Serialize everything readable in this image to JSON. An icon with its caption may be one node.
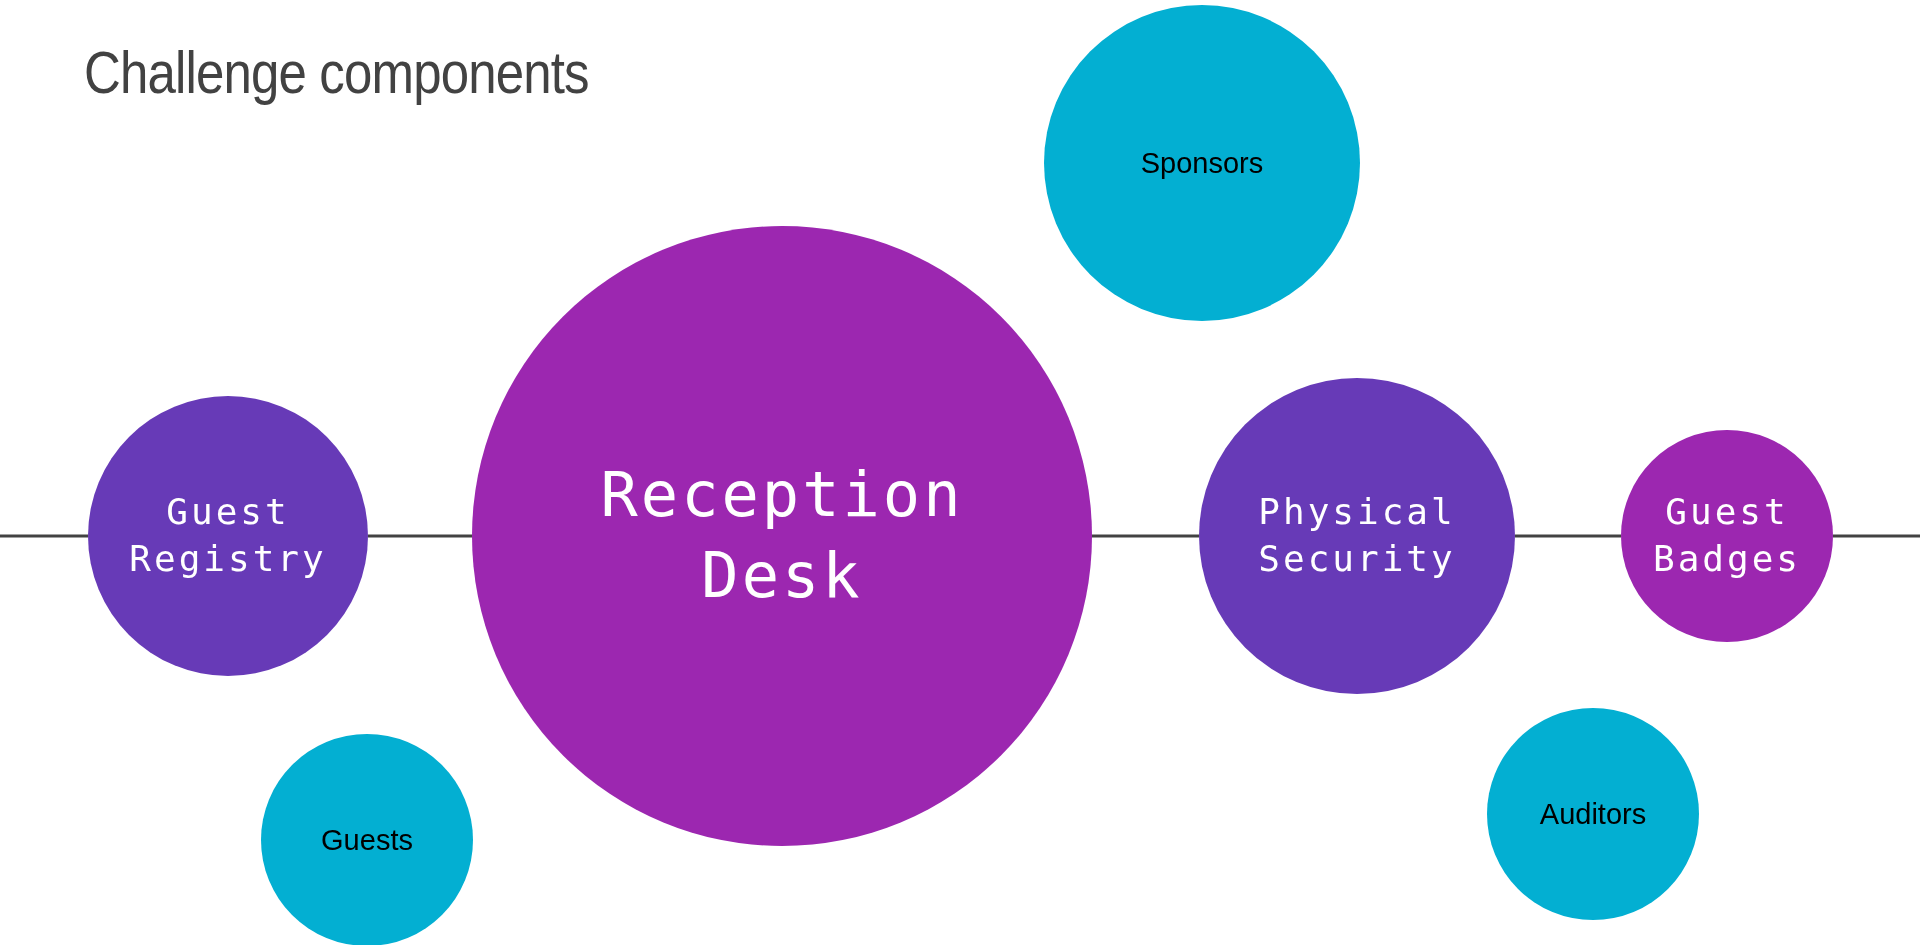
{
  "diagram": {
    "title": "Challenge components",
    "nodes": [
      {
        "text": [
          "Sponsors"
        ]
      },
      {
        "text": [
          "Guest Registry"
        ]
      },
      {
        "text": [
          "Reception Desk"
        ]
      },
      {
        "text": [
          "Physical Security"
        ]
      },
      {
        "text": [
          "Guest Badges"
        ]
      },
      {
        "text": [
          "Guests"
        ]
      },
      {
        "text": [
          "Auditors"
        ]
      }
    ],
    "edges": [
      {
        "from": null,
        "to": 1,
        "arrow": "none"
      },
      {
        "from": 1,
        "to": 2,
        "arrow": "none"
      },
      {
        "from": 2,
        "to": 3,
        "arrow": "none"
      },
      {
        "from": 3,
        "to": 4,
        "arrow": "none"
      },
      {
        "from": 4,
        "to": null,
        "arrow": "none"
      }
    ]
  }
}
